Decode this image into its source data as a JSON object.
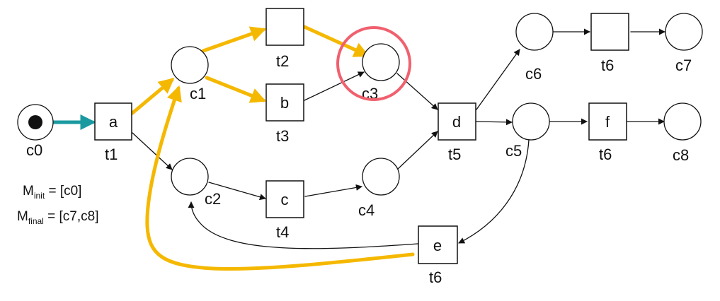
{
  "places": [
    {
      "id": "c0",
      "label": "c0",
      "token": true
    },
    {
      "id": "c1",
      "label": "c1",
      "token": false
    },
    {
      "id": "c2",
      "label": "c2",
      "token": false
    },
    {
      "id": "c3",
      "label": "c3",
      "token": false
    },
    {
      "id": "c4",
      "label": "c4",
      "token": false
    },
    {
      "id": "c5",
      "label": "c5",
      "token": false
    },
    {
      "id": "c6",
      "label": "c6",
      "token": false
    },
    {
      "id": "c7",
      "label": "c7",
      "token": false
    },
    {
      "id": "c8",
      "label": "c8",
      "token": false
    }
  ],
  "transitions": [
    {
      "id": "t1",
      "name": "t1",
      "activity": "a"
    },
    {
      "id": "t2",
      "name": "t2",
      "activity": ""
    },
    {
      "id": "t3",
      "name": "t3",
      "activity": "b"
    },
    {
      "id": "t4",
      "name": "t4",
      "activity": "c"
    },
    {
      "id": "t5",
      "name": "t5",
      "activity": "d"
    },
    {
      "id": "t6a",
      "name": "t6",
      "activity": ""
    },
    {
      "id": "t6b",
      "name": "t6",
      "activity": "f"
    },
    {
      "id": "t6c",
      "name": "t6",
      "activity": "e"
    }
  ],
  "arcs": [
    {
      "from": "c0",
      "to": "t1",
      "style": "teal"
    },
    {
      "from": "t1",
      "to": "c1",
      "style": "yellow"
    },
    {
      "from": "t1",
      "to": "c2",
      "style": "black"
    },
    {
      "from": "c1",
      "to": "t2",
      "style": "yellow"
    },
    {
      "from": "c1",
      "to": "t3",
      "style": "yellow"
    },
    {
      "from": "t2",
      "to": "c3",
      "style": "yellow"
    },
    {
      "from": "t3",
      "to": "c3",
      "style": "black"
    },
    {
      "from": "c2",
      "to": "t4",
      "style": "black"
    },
    {
      "from": "t4",
      "to": "c4",
      "style": "black"
    },
    {
      "from": "c3",
      "to": "t5",
      "style": "black"
    },
    {
      "from": "c4",
      "to": "t5",
      "style": "black"
    },
    {
      "from": "t5",
      "to": "c6",
      "style": "black"
    },
    {
      "from": "t5",
      "to": "c5",
      "style": "black"
    },
    {
      "from": "c6",
      "to": "t6a",
      "style": "black"
    },
    {
      "from": "t6a",
      "to": "c7",
      "style": "black"
    },
    {
      "from": "c5",
      "to": "t6b",
      "style": "black"
    },
    {
      "from": "t6b",
      "to": "c8",
      "style": "black"
    },
    {
      "from": "c5",
      "to": "t6c",
      "style": "black"
    },
    {
      "from": "t6c",
      "to": "c2",
      "style": "black"
    }
  ],
  "highlight": {
    "place": "c3",
    "color": "#f0606e"
  },
  "colors": {
    "path": "#f5b800",
    "start_arc": "#1a9aa0",
    "stroke": "#111111"
  },
  "marking": {
    "init_prefix": "M",
    "init_sub": "init",
    "init_value": " = [c0]",
    "final_prefix": "M",
    "final_sub": "final",
    "final_value": " = [c7,c8]"
  }
}
